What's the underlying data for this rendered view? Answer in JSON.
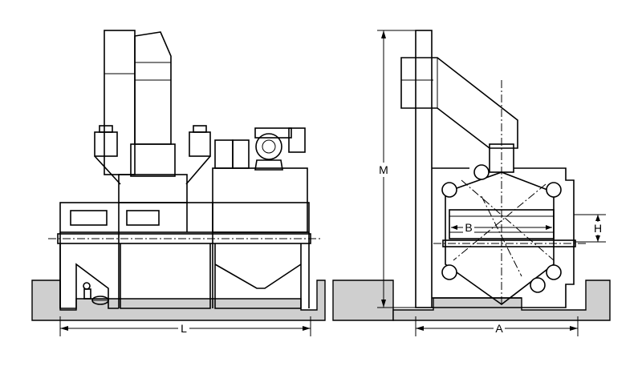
{
  "dimensions": {
    "length_label": "L",
    "width_label": "A",
    "height_label": "M",
    "belt_width_label": "B",
    "blast_height_label": "H"
  },
  "colors": {
    "line": "#000000",
    "floor": "#cfcfcf",
    "background": "#ffffff"
  }
}
